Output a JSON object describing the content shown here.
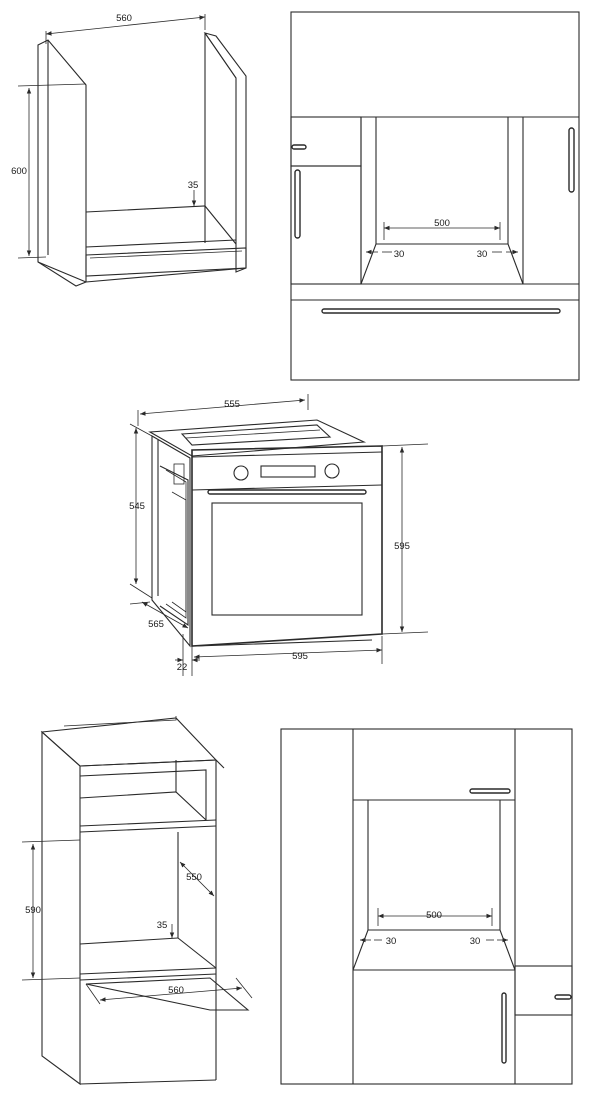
{
  "cabinet_under_counter": {
    "width": "560",
    "height": "600",
    "depth_gap": "35"
  },
  "front_view_under_counter": {
    "opening": "500",
    "side_left": "30",
    "side_right": "30"
  },
  "oven": {
    "top_width": "555",
    "body_height": "545",
    "front_height": "595",
    "depth": "565",
    "front_thickness": "22",
    "front_width": "595"
  },
  "cabinet_tall": {
    "height": "590",
    "depth": "550",
    "depth_gap": "35",
    "width": "560"
  },
  "front_view_tall": {
    "opening": "500",
    "side_left": "30",
    "side_right": "30"
  }
}
